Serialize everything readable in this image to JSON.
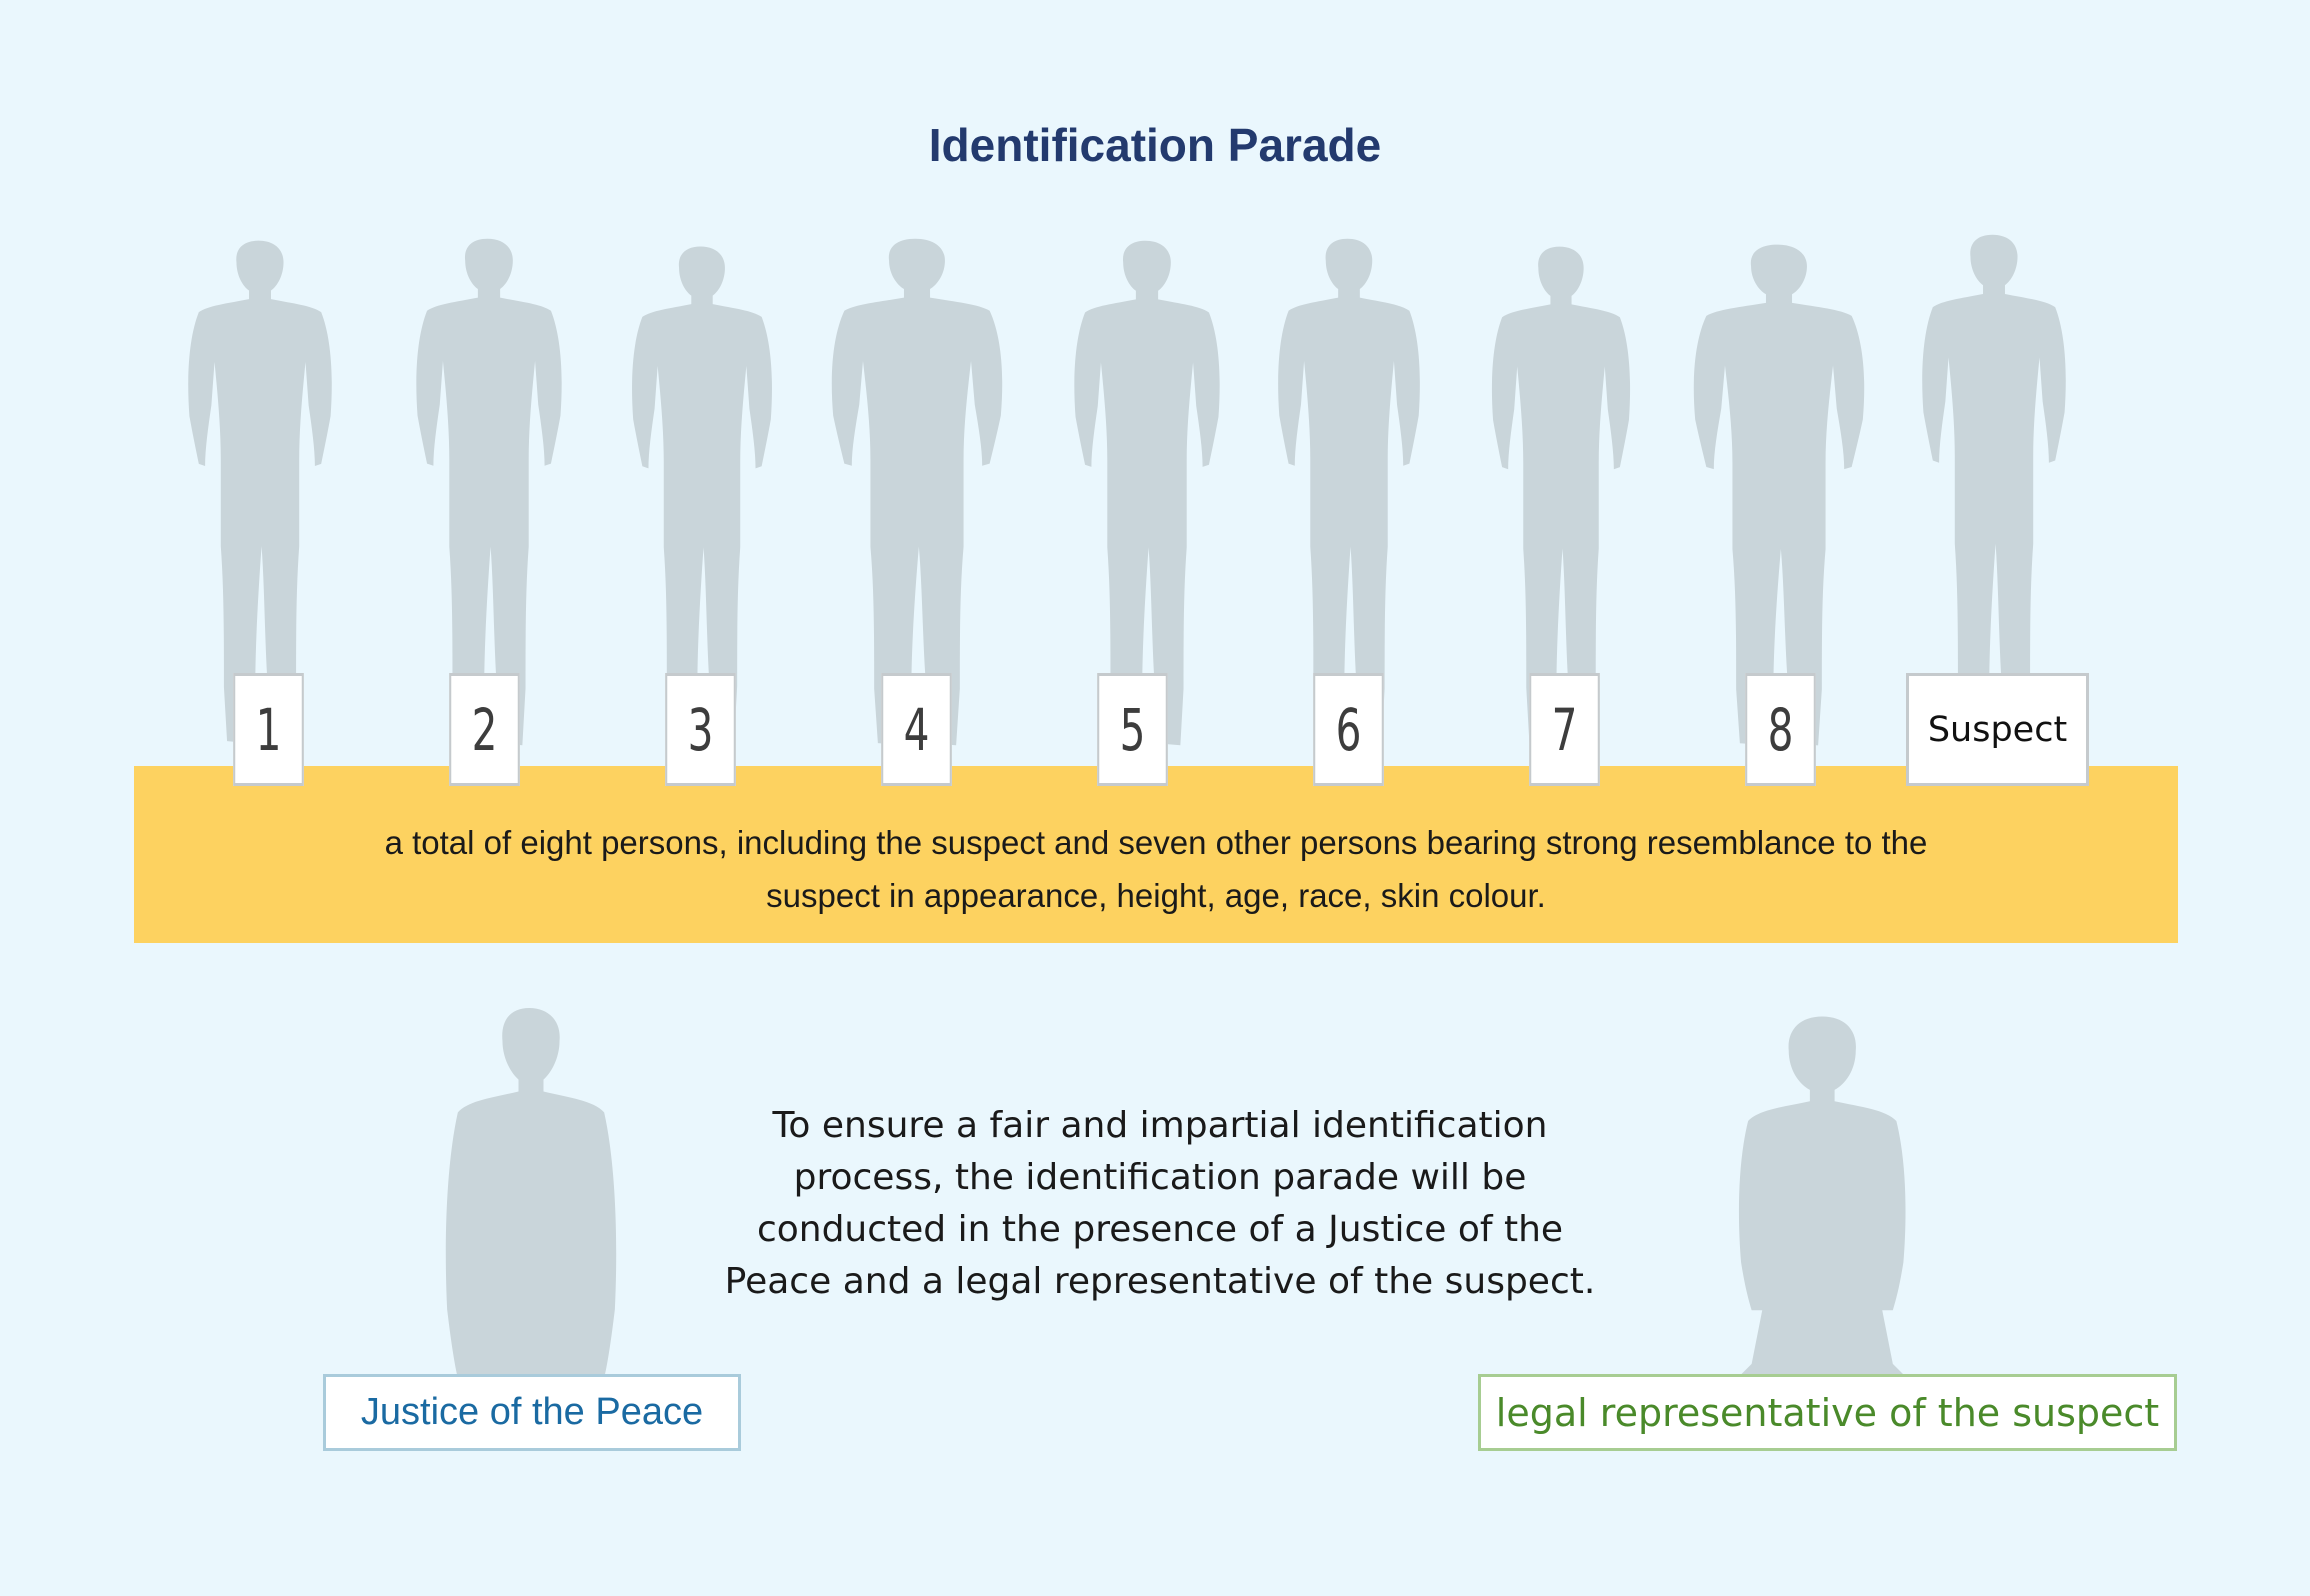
{
  "title": "Identification Parade",
  "silhouette_color": "#c9d5da",
  "lineup": {
    "numbers": [
      "1",
      "2",
      "3",
      "4",
      "5",
      "6",
      "7",
      "8"
    ],
    "suspect_label": "Suspect"
  },
  "band": {
    "color": "#fdd260",
    "line1": "a total of eight persons, including the suspect and seven other persons bearing strong resemblance to the",
    "line2": "suspect in appearance, height, age, race, skin colour."
  },
  "fairness_note": {
    "line1": "To ensure a fair and impartial identification",
    "line2": "process, the identification parade will be",
    "line3": "conducted in the presence of a Justice of the",
    "line4": "Peace and a legal representative of the suspect."
  },
  "justice_label": "Justice of the Peace",
  "legal_rep_label": "legal representative of the suspect"
}
